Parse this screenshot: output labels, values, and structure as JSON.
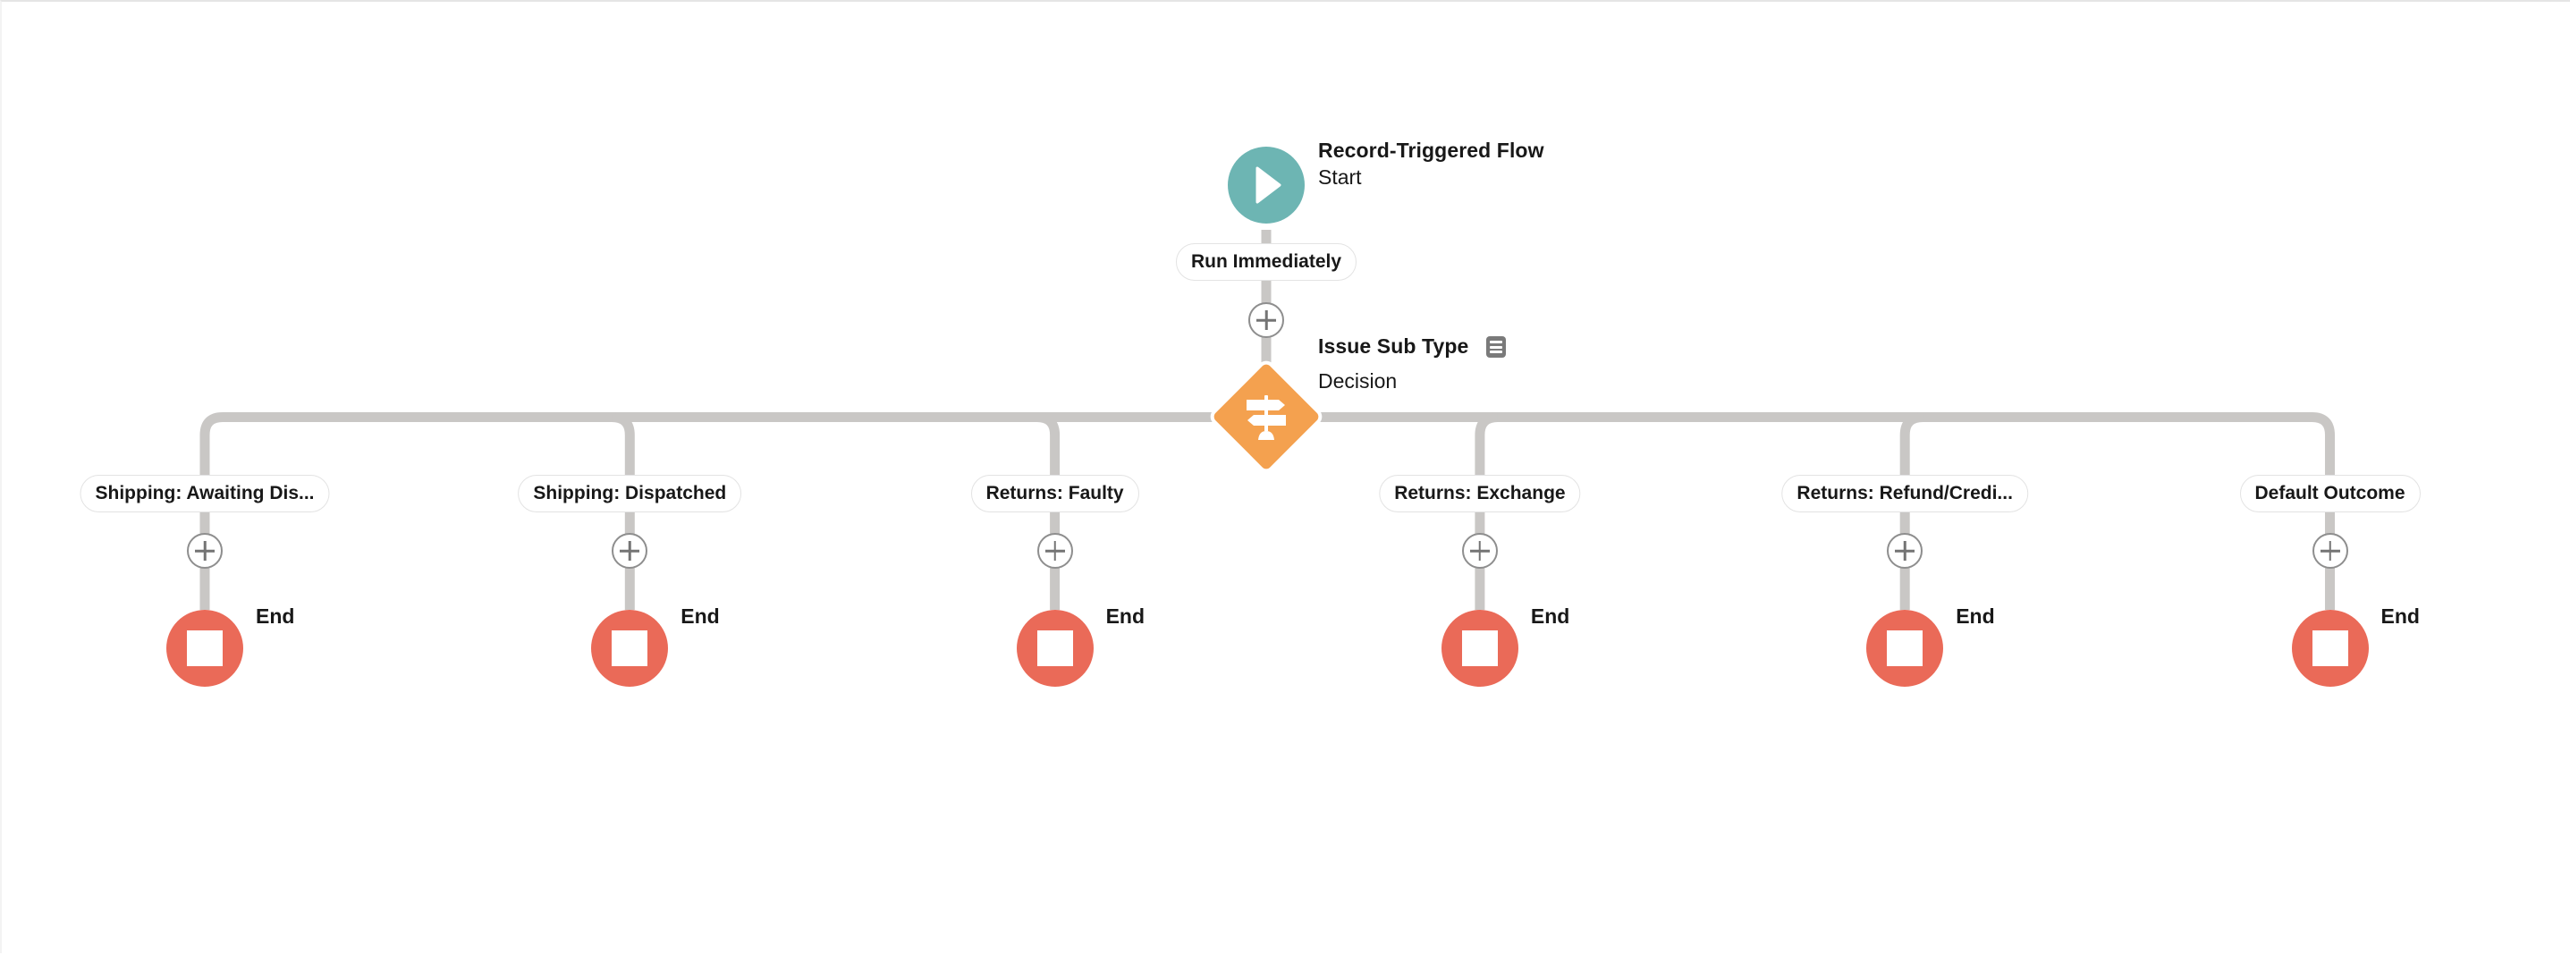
{
  "start": {
    "title": "Record-Triggered Flow",
    "subtitle": "Start",
    "icon": "play-icon",
    "color": "#6db5b3"
  },
  "trigger_path": {
    "label": "Run Immediately"
  },
  "decision": {
    "title": "Issue Sub Type",
    "subtitle": "Decision",
    "icon": "signpost-icon",
    "note_icon": "description-icon",
    "color": "#f4a14f"
  },
  "branches": [
    {
      "label": "Shipping: Awaiting Dis...",
      "end_label": "End"
    },
    {
      "label": "Shipping: Dispatched",
      "end_label": "End"
    },
    {
      "label": "Returns: Faulty",
      "end_label": "End"
    },
    {
      "label": "Returns: Exchange",
      "end_label": "End"
    },
    {
      "label": "Returns: Refund/Credi...",
      "end_label": "End"
    },
    {
      "label": "Default Outcome",
      "end_label": "End"
    }
  ],
  "colors": {
    "connector": "#c9c7c5",
    "end": "#ea6a58",
    "add_button_border": "#8e8e8e"
  }
}
